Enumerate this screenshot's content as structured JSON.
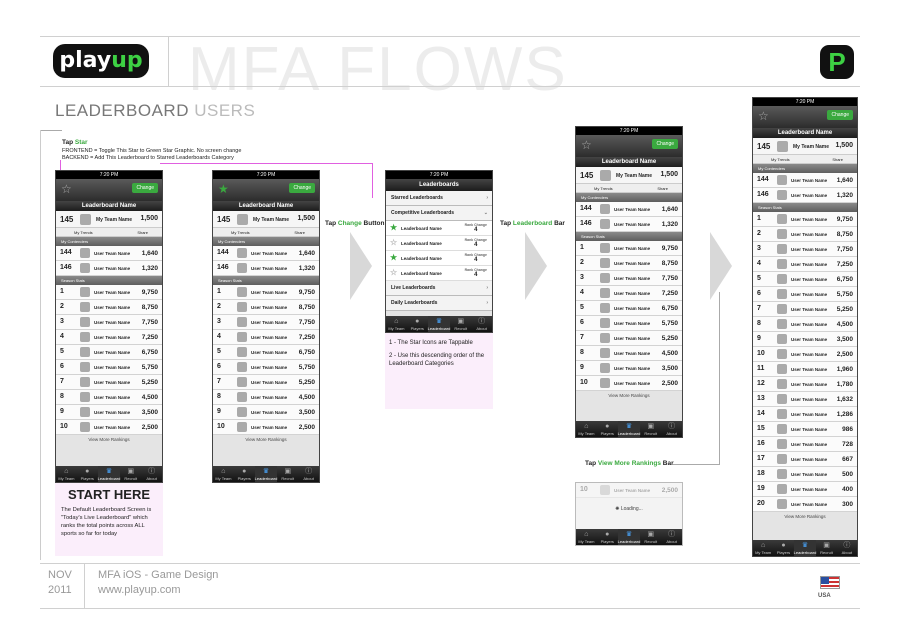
{
  "brand": {
    "logo_play": "play",
    "logo_up": "up",
    "app_icon": "P"
  },
  "header": {
    "flows_title": "MFA FLOWS",
    "section_title_a": "LEADERBOARD",
    "section_title_b": "USERS"
  },
  "phone_common": {
    "time": "7:20 PM",
    "title": "Leaderboard Name",
    "change_label": "Change",
    "my_rank": "145",
    "my_points": "1,500",
    "my_name": "My Team Name",
    "my_trends": "My Trends",
    "share": "Share",
    "contenders_header": "My Contenders",
    "season_header": "Season Stats",
    "view_more": "View More Rankings",
    "tabs": [
      "My Team",
      "Players",
      "Leaderboard",
      "Recruit",
      "About"
    ],
    "contenders": [
      {
        "rank": "144",
        "name": "User Team Name",
        "points": "1,640"
      },
      {
        "rank": "146",
        "name": "User Team Name",
        "points": "1,320"
      }
    ],
    "season": [
      {
        "rank": "1",
        "name": "User Team Name",
        "points": "9,750"
      },
      {
        "rank": "2",
        "name": "User Team Name",
        "points": "8,750"
      },
      {
        "rank": "3",
        "name": "User Team Name",
        "points": "7,750"
      },
      {
        "rank": "4",
        "name": "User Team Name",
        "points": "7,250"
      },
      {
        "rank": "5",
        "name": "User Team Name",
        "points": "6,750"
      },
      {
        "rank": "6",
        "name": "User Team Name",
        "points": "5,750"
      },
      {
        "rank": "7",
        "name": "User Team Name",
        "points": "5,250"
      },
      {
        "rank": "8",
        "name": "User Team Name",
        "points": "4,500"
      },
      {
        "rank": "9",
        "name": "User Team Name",
        "points": "3,500"
      },
      {
        "rank": "10",
        "name": "User Team Name",
        "points": "2,500"
      }
    ],
    "season_extra": [
      {
        "rank": "11",
        "name": "User Team Name",
        "points": "1,960"
      },
      {
        "rank": "12",
        "name": "User Team Name",
        "points": "1,780"
      },
      {
        "rank": "13",
        "name": "User Team Name",
        "points": "1,632"
      },
      {
        "rank": "14",
        "name": "User Team Name",
        "points": "1,286"
      },
      {
        "rank": "15",
        "name": "User Team Name",
        "points": "986"
      },
      {
        "rank": "16",
        "name": "User Team Name",
        "points": "728"
      },
      {
        "rank": "17",
        "name": "User Team Name",
        "points": "667"
      },
      {
        "rank": "18",
        "name": "User Team Name",
        "points": "500"
      },
      {
        "rank": "19",
        "name": "User Team Name",
        "points": "400"
      },
      {
        "rank": "20",
        "name": "User Team Name",
        "points": "300"
      }
    ]
  },
  "leaderboards_screen": {
    "title": "Leaderboards",
    "starred": "Starred Leaderboards",
    "competitive": "Competitive Leaderboards",
    "live": "Live Leaderboards",
    "daily": "Daily Leaderboards",
    "rank_change_label": "Rank Change",
    "items": [
      {
        "name": "Leaderboard Name",
        "change": "4"
      },
      {
        "name": "Leaderboard Name",
        "change": "4"
      },
      {
        "name": "Leaderboard Name",
        "change": "4"
      },
      {
        "name": "Leaderboard Name",
        "change": "4"
      }
    ]
  },
  "annotations": {
    "tap_star_a": "Tap",
    "tap_star_b": "Star",
    "frontend_note": "FRONTEND = Toggle This Star to Green Star Graphic. No screen change",
    "backend_note": "BACKEND = Add This Leaderboard to Starred Leaderboards Category",
    "tap_change_a": "Tap",
    "tap_change_b": "Change",
    "tap_change_c": "Button",
    "tap_lb_a": "Tap",
    "tap_lb_b": "Leaderboard",
    "tap_lb_c": "Bar",
    "tap_vm_a": "Tap",
    "tap_vm_b": "View More Rankings",
    "tap_vm_c": "Bar",
    "note1": "1 - The Star Icons are Tappable",
    "note2": "2 - Use this descending order of the Leaderboard Categories",
    "start_here": "START HERE",
    "start_desc": "The Default Leaderboard Screen is \"Today's Live Leaderboard\" which ranks the total points across ALL sports so far for today",
    "loading": "Loading..."
  },
  "footer": {
    "month": "NOV",
    "year": "2011",
    "project": "MFA iOS - Game Design",
    "url": "www.playup.com",
    "country": "USA"
  }
}
